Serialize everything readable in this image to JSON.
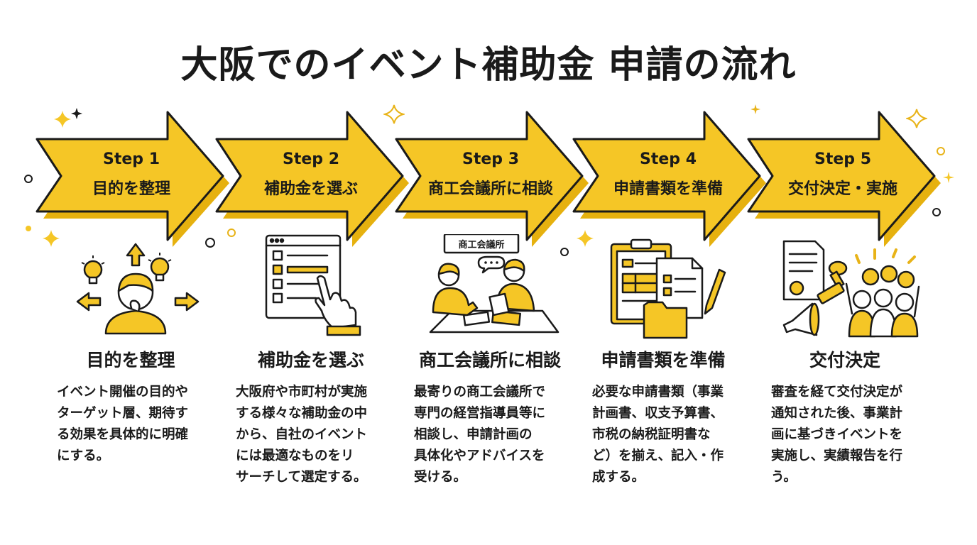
{
  "title": "大阪でのイベント補助金 申請の流れ",
  "colors": {
    "accent": "#F5C626",
    "accent_dark": "#E8B318",
    "stroke": "#1a1a1a"
  },
  "steps": [
    {
      "label": "Step 1",
      "name": "目的を整理",
      "heading": "目的を整理",
      "desc_lines": [
        "イベント開催の目的や",
        "ターゲット層、期待す",
        "る効果を具体的に明確",
        "にする。"
      ]
    },
    {
      "label": "Step 2",
      "name": "補助金を選ぶ",
      "heading": "補助金を選ぶ",
      "desc_lines": [
        "大阪府や市町村が実施",
        "する様々な補助金の中",
        "から、自社のイベント",
        "には最適なものをリ",
        "サーチして選定する。"
      ]
    },
    {
      "label": "Step 3",
      "name": "商工会議所に相談",
      "heading": "商工会議所に相談",
      "sign": "商工会議所",
      "desc_lines": [
        "最寄りの商工会議所で",
        "専門の経営指導員等に",
        "相談し、申請計画の",
        "具体化やアドバイスを",
        "受ける。"
      ]
    },
    {
      "label": "Step 4",
      "name": "申請書類を準備",
      "heading": "申請書類を準備",
      "desc_lines": [
        "必要な申請書類（事業",
        "計画書、収支予算書、",
        "市税の納税証明書な",
        "ど）を揃え、記入・作",
        "成する。"
      ]
    },
    {
      "label": "Step 5",
      "name": "交付決定・実施",
      "heading": "交付決定",
      "desc_lines": [
        "審査を経て交付決定が",
        "通知された後、事業計",
        "画に基づきイベントを",
        "実施し、実績報告を行",
        "う。"
      ]
    }
  ],
  "icons": [
    "lightbulb-icon",
    "person-thinking-icon",
    "checklist-icon",
    "pointing-hand-icon",
    "consultation-icon",
    "speech-bubble-icon",
    "clipboard-icon",
    "documents-icon",
    "pen-icon",
    "folder-icon",
    "stamp-icon",
    "megaphone-icon",
    "celebrating-people-icon",
    "sparkle-icon"
  ]
}
